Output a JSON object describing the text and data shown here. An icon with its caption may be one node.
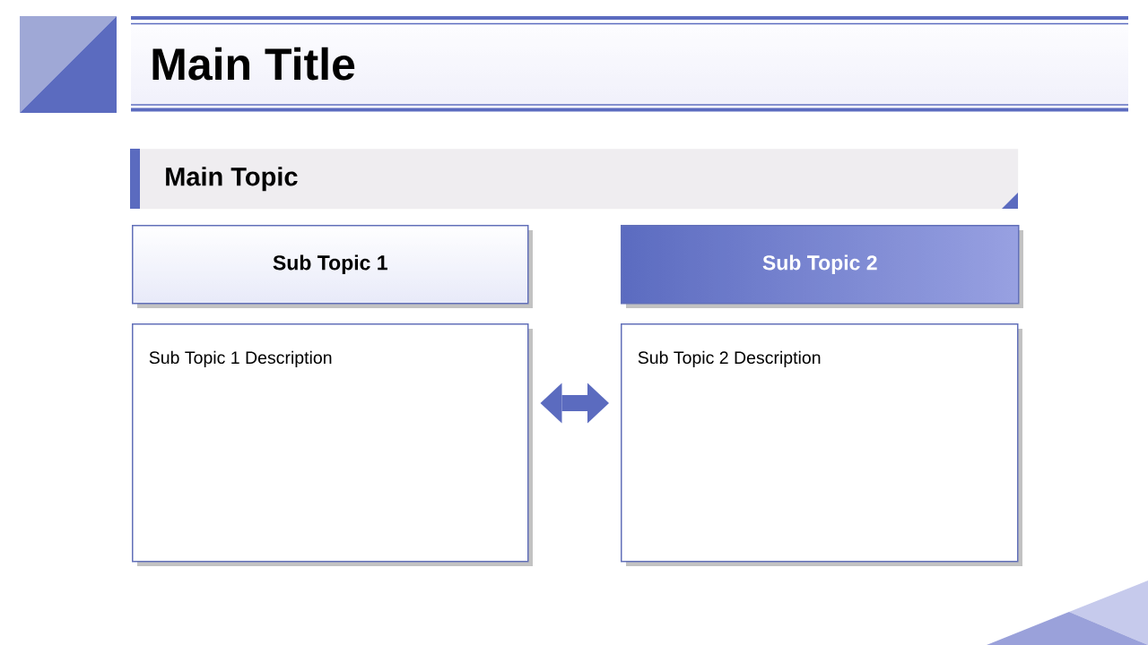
{
  "diagram": {
    "title": "Main Title",
    "nodes": [
      {
        "text": [
          "Main Topic"
        ]
      },
      {
        "text": [
          "Sub Topic 1"
        ]
      },
      {
        "text": [
          "Sub Topic 2"
        ]
      },
      {
        "text": [
          "Sub Topic 1 Description"
        ]
      },
      {
        "text": [
          "Sub Topic 2 Description"
        ]
      }
    ],
    "edges": [
      {
        "from": 3,
        "to": 4,
        "arrow": "both"
      }
    ]
  }
}
